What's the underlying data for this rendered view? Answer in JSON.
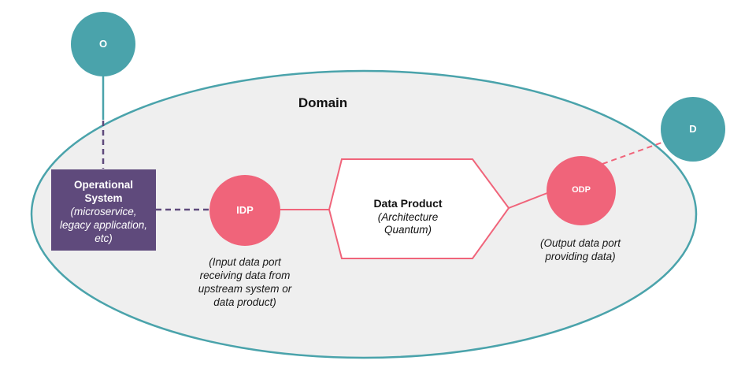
{
  "domain": {
    "label": "Domain"
  },
  "nodes": {
    "o": {
      "label": "O"
    },
    "d": {
      "label": "D"
    },
    "idp": {
      "label": "IDP",
      "caption": "(Input data port receiving data from upstream system or data product)"
    },
    "odp": {
      "label": "ODP",
      "caption": "(Output data port providing data)"
    },
    "operational_system": {
      "title": "Operational System",
      "subtitle": "(microservice, legacy application, etc)"
    },
    "data_product": {
      "title": "Data Product",
      "subtitle": "(Architecture Quantum)"
    }
  },
  "colors": {
    "teal": "#4aa3ab",
    "pink": "#f0647a",
    "purple": "#5f4a7c",
    "domain_fill": "#efefef",
    "dashed_purple": "#5f4a7c"
  }
}
